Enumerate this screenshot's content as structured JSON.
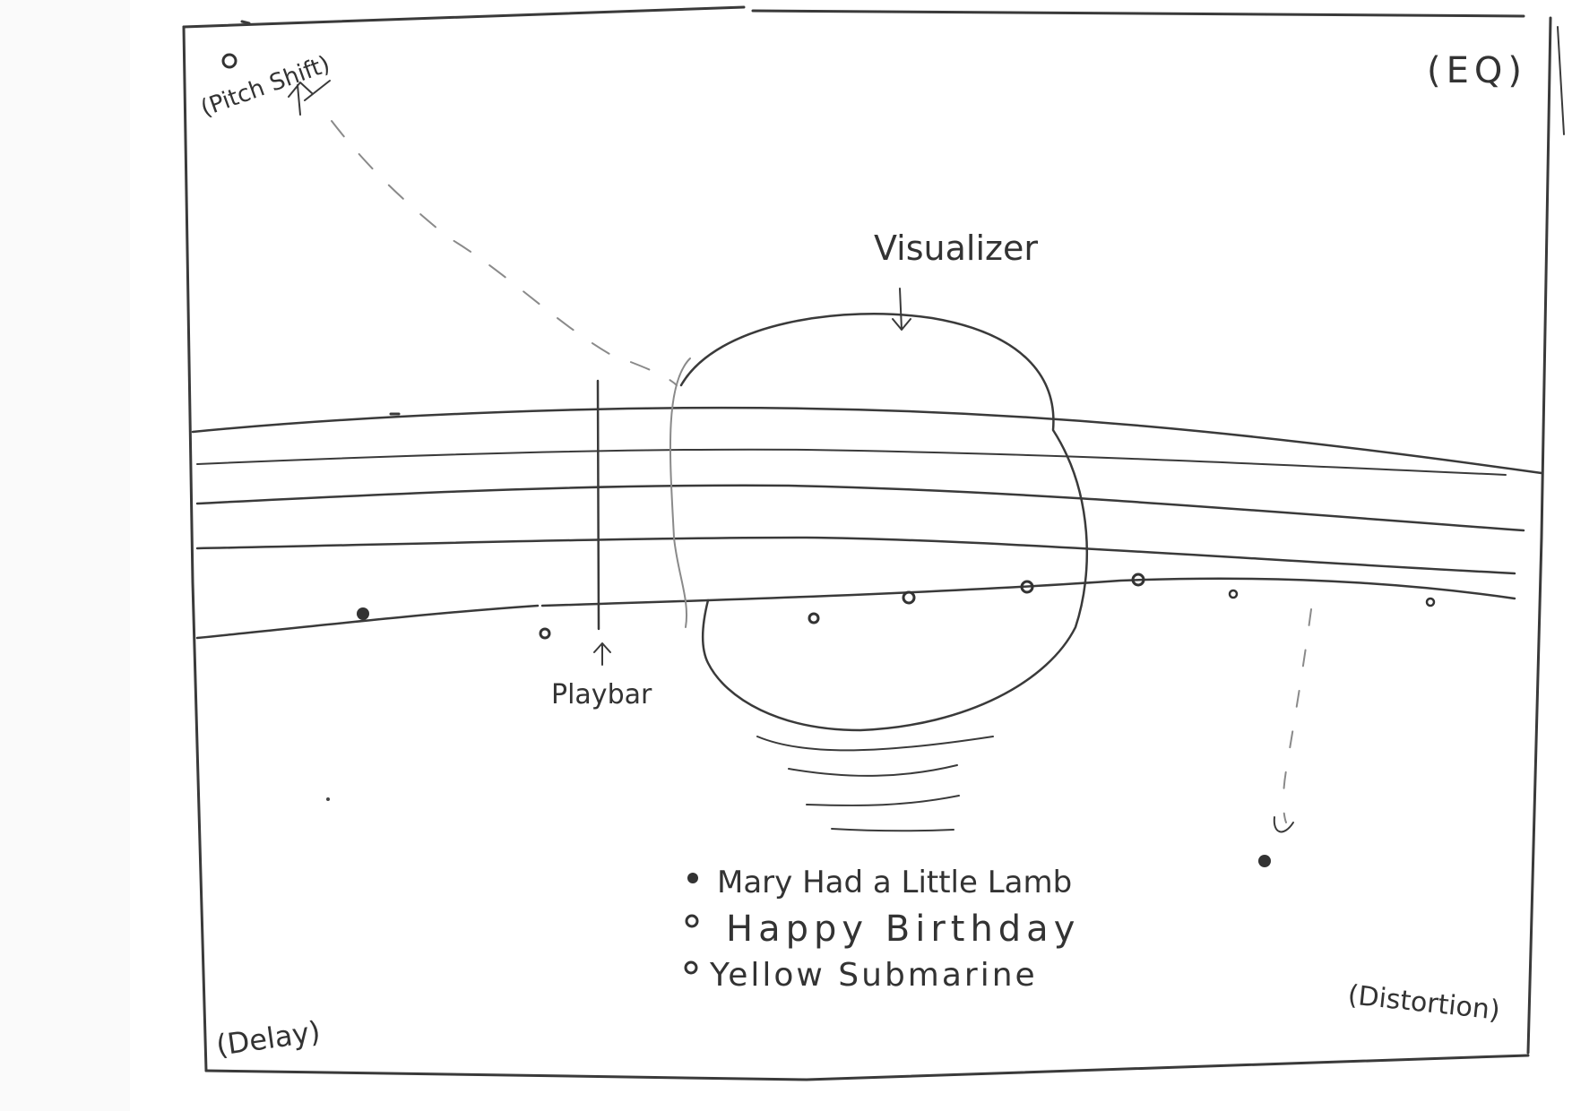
{
  "labels": {
    "pitch_shift": "(Pitch Shift)",
    "eq": "(EQ)",
    "visualizer": "Visualizer",
    "playbar": "Playbar",
    "delay": "(Delay)",
    "distortion": "(Distortion)"
  },
  "song_list": [
    {
      "title": "Mary Had a Little Lamb",
      "selected": true
    },
    {
      "title": "Happy Birthday",
      "selected": false
    },
    {
      "title": "Yellow Submarine",
      "selected": false
    }
  ],
  "colors": {
    "ink": "#3a3a3a",
    "paper": "#ffffff"
  }
}
